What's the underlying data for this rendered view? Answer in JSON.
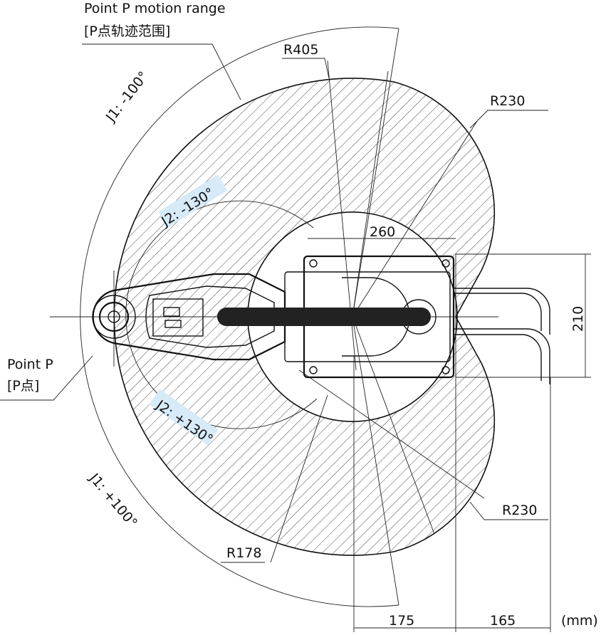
{
  "title": "Point P motion range",
  "title_cn": "[P点轨迹范围]",
  "labels": {
    "r405": "R405",
    "r230_top": "R230",
    "r230_bottom": "R230",
    "r178": "R178",
    "j1_minus": "J1: -100°",
    "j1_plus": "J1: +100°",
    "j2_minus": "J2: -130°",
    "j2_plus": "J2: +130°",
    "point_p": "Point P",
    "point_p_cn": "[P点]"
  },
  "dimensions": {
    "width_260": "260",
    "height_210": "210",
    "d175": "175",
    "d165": "165",
    "unit": "(mm)"
  },
  "colors": {
    "line": "#111111",
    "highlight": "#d6eaf8"
  }
}
